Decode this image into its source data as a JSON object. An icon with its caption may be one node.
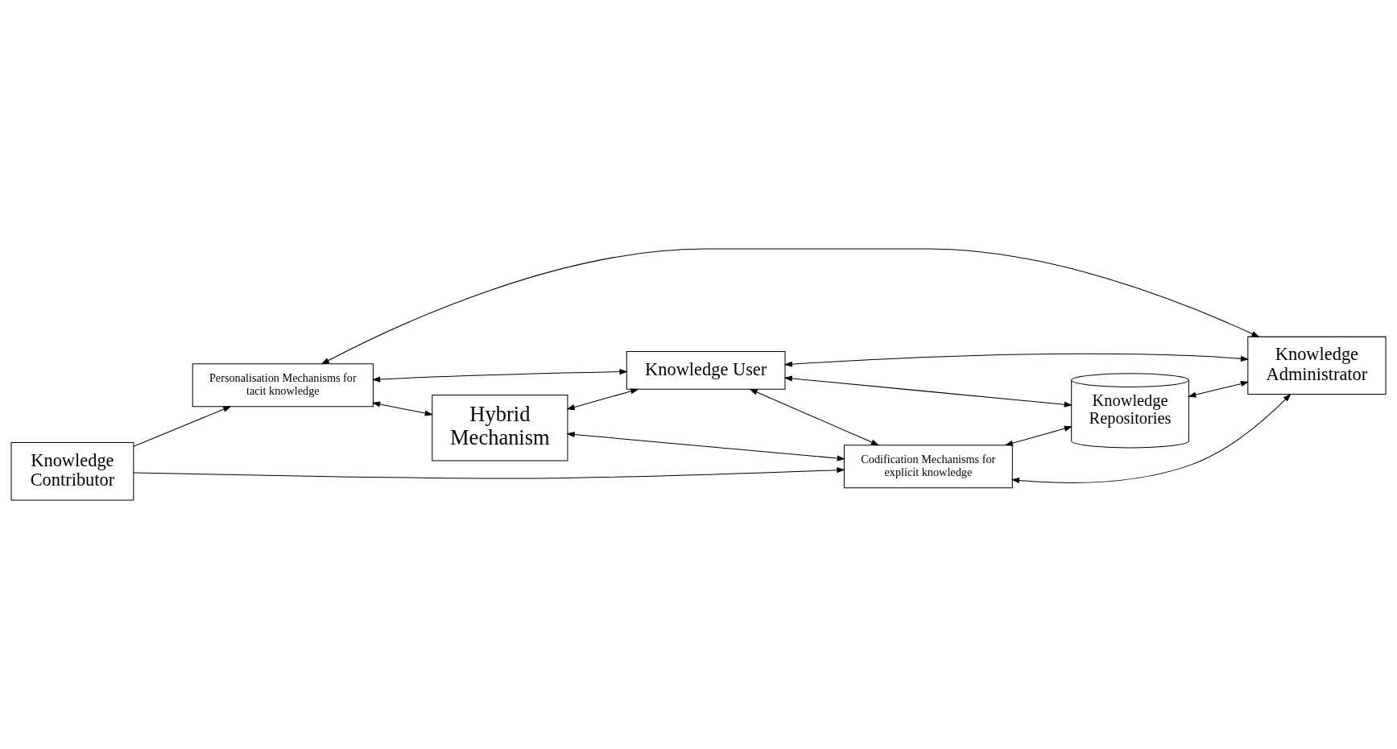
{
  "diagram": {
    "nodes": [
      {
        "text": [
          "Knowledge Contributor"
        ]
      },
      {
        "text": [
          "Personalisation Mechanisms for tacit knowledge"
        ]
      },
      {
        "text": [
          "Hybrid Mechanism"
        ]
      },
      {
        "text": [
          "Knowledge User"
        ]
      },
      {
        "text": [
          "Codification Mechanisms for explicit knowledge"
        ]
      },
      {
        "text": [
          "Knowledge Repositories"
        ]
      },
      {
        "text": [
          "Knowledge Administrator"
        ]
      }
    ],
    "edges": [
      {
        "from": 0,
        "to": 1,
        "arrow": "to"
      },
      {
        "from": 0,
        "to": 4,
        "arrow": "to"
      },
      {
        "from": 1,
        "to": 2,
        "arrow": "both"
      },
      {
        "from": 2,
        "to": 4,
        "arrow": "both"
      },
      {
        "from": 1,
        "to": 3,
        "arrow": "both"
      },
      {
        "from": 2,
        "to": 3,
        "arrow": "both"
      },
      {
        "from": 3,
        "to": 4,
        "arrow": "both"
      },
      {
        "from": 3,
        "to": 5,
        "arrow": "both"
      },
      {
        "from": 4,
        "to": 5,
        "arrow": "both"
      },
      {
        "from": 4,
        "to": 6,
        "arrow": "both"
      },
      {
        "from": 1,
        "to": 6,
        "arrow": "both"
      },
      {
        "from": 3,
        "to": 6,
        "arrow": "both"
      },
      {
        "from": 5,
        "to": 6,
        "arrow": "both"
      }
    ]
  }
}
